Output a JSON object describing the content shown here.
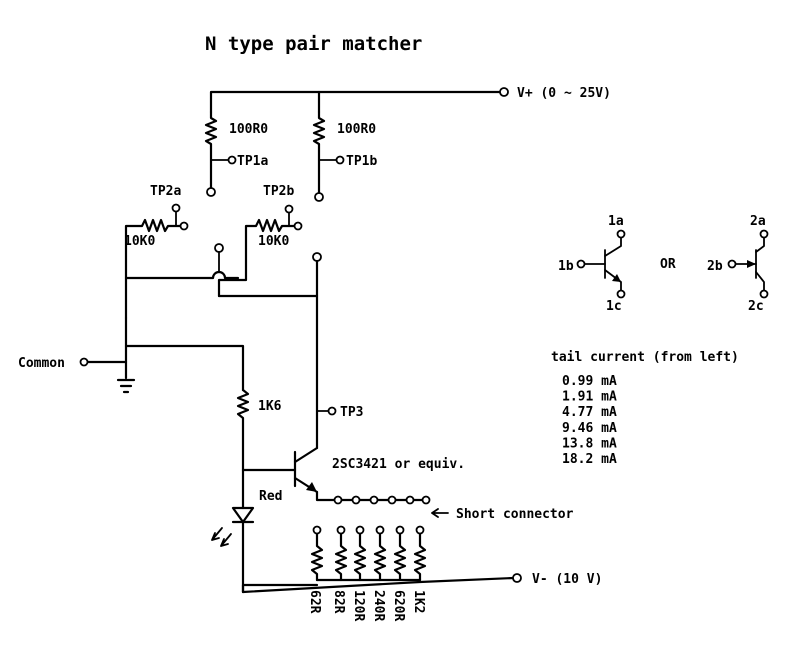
{
  "title": "N type pair matcher",
  "labels": {
    "vplus": "V+ (0 ~ 25V)",
    "r1": "100R0",
    "r2": "100R0",
    "tp1a": "TP1a",
    "tp1b": "TP1b",
    "tp2a": "TP2a",
    "tp2b": "TP2b",
    "r3": "10K0",
    "r4": "10K0",
    "common": "Common",
    "r5": "1K6",
    "tp3": "TP3",
    "transistor": "2SC3421 or equiv.",
    "led": "Red",
    "short_connector": "Short connector",
    "vminus": "V- (10 V)",
    "pin_1a": "1a",
    "pin_1b": "1b",
    "pin_1c": "1c",
    "pin_2a": "2a",
    "pin_2b": "2b",
    "pin_2c": "2c",
    "or": "OR"
  },
  "emitter_resistors": [
    "62R",
    "82R",
    "120R",
    "240R",
    "620R",
    "1K2"
  ],
  "tail_current": {
    "heading": "tail current (from left)",
    "values": [
      "0.99 mA",
      "1.91 mA",
      "4.77 mA",
      "9.46 mA",
      "13.8 mA",
      "18.2 mA"
    ]
  }
}
